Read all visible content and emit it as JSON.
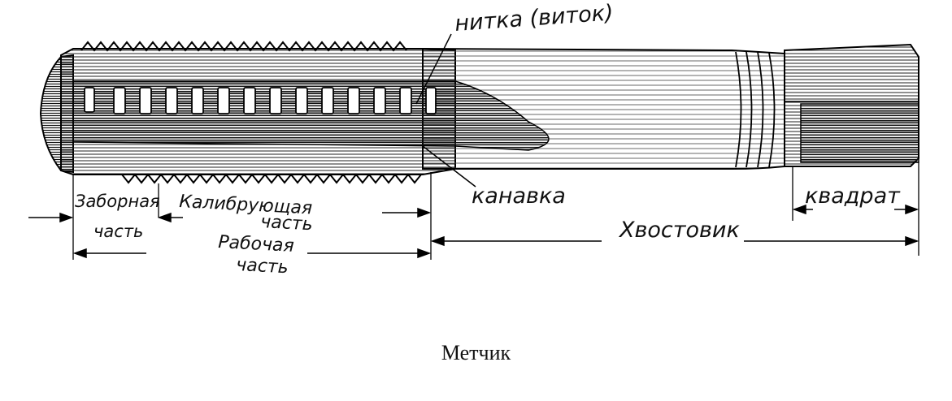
{
  "labels": {
    "thread": "нитка (виток)",
    "groove": "канавка",
    "square": "квадрат",
    "shank": "Хвостовик",
    "chamfer_line1": "Заборная",
    "chamfer_line2": "часть",
    "calibrating_line1": "Калибрующая",
    "calibrating_line2": "часть",
    "working_line1": "Рабочая",
    "working_line2": "часть"
  },
  "caption": "Метчик"
}
